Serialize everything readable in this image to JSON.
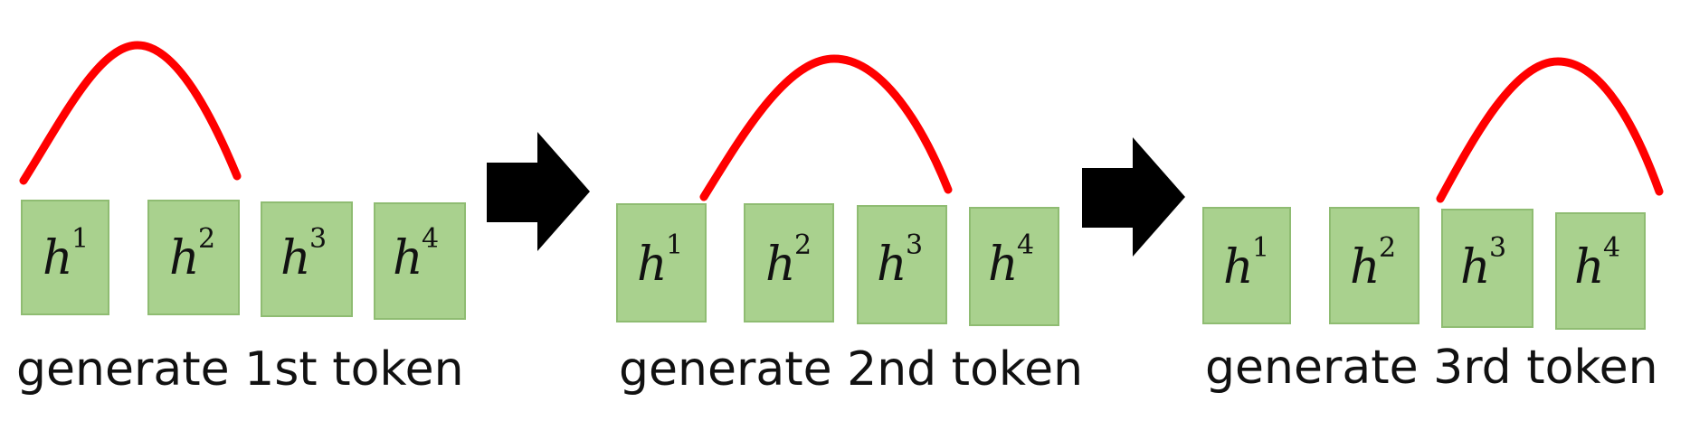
{
  "steps": [
    {
      "caption": "generate 1st token",
      "tokens": [
        {
          "base": "h",
          "sup": "1"
        },
        {
          "base": "h",
          "sup": "2"
        },
        {
          "base": "h",
          "sup": "3"
        },
        {
          "base": "h",
          "sup": "4"
        }
      ]
    },
    {
      "caption": "generate 2nd token",
      "tokens": [
        {
          "base": "h",
          "sup": "1"
        },
        {
          "base": "h",
          "sup": "2"
        },
        {
          "base": "h",
          "sup": "3"
        },
        {
          "base": "h",
          "sup": "4"
        }
      ]
    },
    {
      "caption": "generate 3rd token",
      "tokens": [
        {
          "base": "h",
          "sup": "1"
        },
        {
          "base": "h",
          "sup": "2"
        },
        {
          "base": "h",
          "sup": "3"
        },
        {
          "base": "h",
          "sup": "4"
        }
      ]
    }
  ],
  "colors": {
    "box_fill": "#a9d18e",
    "arc": "#ff0000",
    "arrow": "#000000"
  }
}
